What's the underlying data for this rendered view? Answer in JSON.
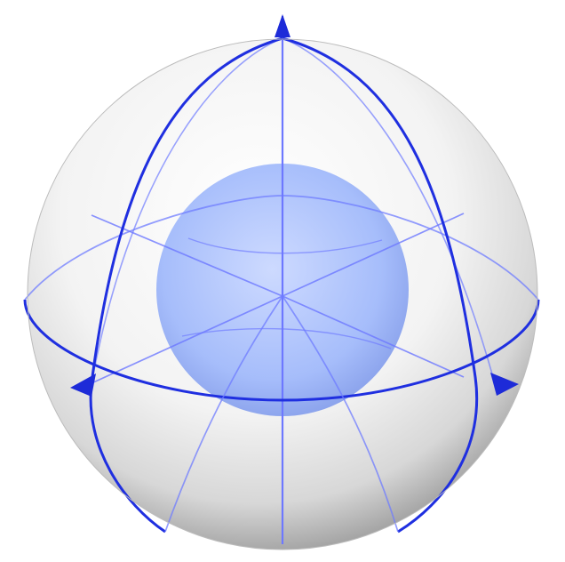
{
  "figure": {
    "description_visible_text": "",
    "colors": {
      "background": "#ffffff",
      "outer_sphere_light": "#ffffff",
      "outer_sphere_mid": "#e6e6e6",
      "outer_sphere_dark": "#8f8f8f",
      "inner_sphere_light": "#c7d6ff",
      "inner_sphere_mid": "#9db6fb",
      "inner_sphere_dark": "#7f99ea",
      "front_circle": "#1f2fe0",
      "back_circle": "#6f7cff",
      "axis_line": "#6d78ff",
      "arrow": "#1d2bd8"
    },
    "elements": {
      "outer_sphere": "outer-sphere",
      "inner_sphere": "inner-sphere",
      "great_circles": [
        "equator-circle",
        "meridian-circle-a",
        "meridian-circle-b"
      ],
      "axes": [
        "vertical-axis",
        "axis-left-right",
        "axis-front-back"
      ],
      "arrow_markers": [
        "top-arrow-icon",
        "left-arrow-icon",
        "right-arrow-icon"
      ]
    }
  }
}
